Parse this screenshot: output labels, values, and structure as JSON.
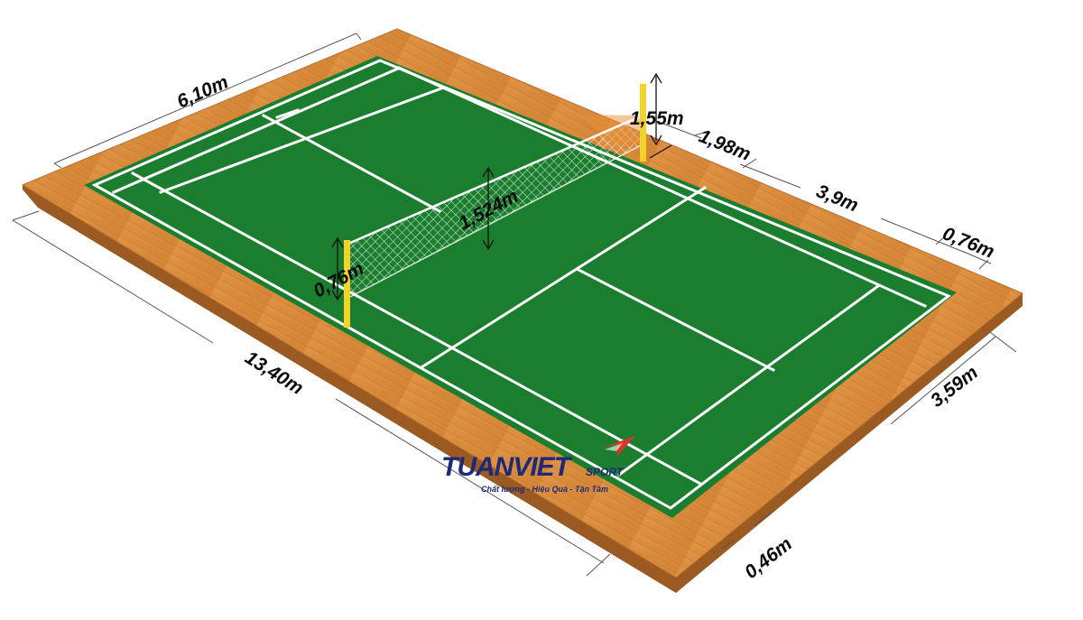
{
  "diagram": {
    "dimensions": {
      "court_width": "6,10m",
      "court_length": "13,40m",
      "post_height": "1,55m",
      "net_center_height": "1,524m",
      "net_depth": "0,76m",
      "short_service_distance": "1,98m",
      "mid_court_distance": "3,9m",
      "long_service_doubles": "0,76m",
      "back_section": "3,59m",
      "side_alley": "0,46m"
    },
    "colors": {
      "court_green": "#1b7e2f",
      "wood_floor": "#d98a3e",
      "court_lines": "#ffffff",
      "net_post": "#f2d32a",
      "brand_navy": "#1e2a78",
      "brand_red": "#e0322b"
    }
  },
  "brand": {
    "name": "TUANVIET",
    "suffix": "SPORT",
    "tagline": "Chất lượng - Hiệu Quả - Tận Tâm",
    "icon": "red-arrow-logo"
  }
}
